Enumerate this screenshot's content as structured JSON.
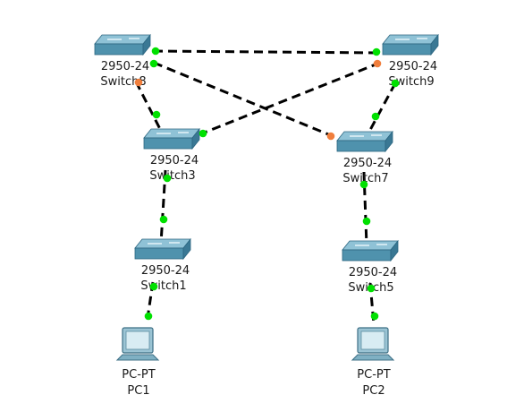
{
  "colors": {
    "background": "#ffffff",
    "link": "#000000",
    "port_up": "#00e000",
    "port_blocking": "#f07e3c",
    "switch_top": "#8fc2d6",
    "switch_front": "#4f92ad",
    "switch_side": "#3a7894"
  },
  "devices": [
    {
      "id": "sw8",
      "kind": "switch",
      "model": "2950-24",
      "name": "Switch8"
    },
    {
      "id": "sw9",
      "kind": "switch",
      "model": "2950-24",
      "name": "Switch9"
    },
    {
      "id": "sw3",
      "kind": "switch",
      "model": "2950-24",
      "name": "Switch3"
    },
    {
      "id": "sw7",
      "kind": "switch",
      "model": "2950-24",
      "name": "Switch7"
    },
    {
      "id": "sw1",
      "kind": "switch",
      "model": "2950-24",
      "name": "Switch1"
    },
    {
      "id": "sw5",
      "kind": "switch",
      "model": "2950-24",
      "name": "Switch5"
    },
    {
      "id": "pc1",
      "kind": "pc",
      "model": "PC-PT",
      "name": "PC1"
    },
    {
      "id": "pc2",
      "kind": "pc",
      "model": "PC-PT",
      "name": "PC2"
    }
  ],
  "links": [
    {
      "from": "sw8",
      "to": "sw9",
      "from_port_state": "up",
      "to_port_state": "up"
    },
    {
      "from": "sw8",
      "to": "sw7",
      "from_port_state": "up",
      "to_port_state": "blocking"
    },
    {
      "from": "sw9",
      "to": "sw3",
      "from_port_state": "blocking",
      "to_port_state": "up"
    },
    {
      "from": "sw8",
      "to": "sw3",
      "from_port_state": "blocking",
      "to_port_state": "up"
    },
    {
      "from": "sw9",
      "to": "sw7",
      "from_port_state": "up",
      "to_port_state": "up"
    },
    {
      "from": "sw3",
      "to": "sw1",
      "from_port_state": "up",
      "to_port_state": "up"
    },
    {
      "from": "sw7",
      "to": "sw5",
      "from_port_state": "up",
      "to_port_state": "up"
    },
    {
      "from": "sw1",
      "to": "pc1",
      "from_port_state": "up",
      "to_port_state": "up"
    },
    {
      "from": "sw5",
      "to": "pc2",
      "from_port_state": "up",
      "to_port_state": "up"
    }
  ]
}
